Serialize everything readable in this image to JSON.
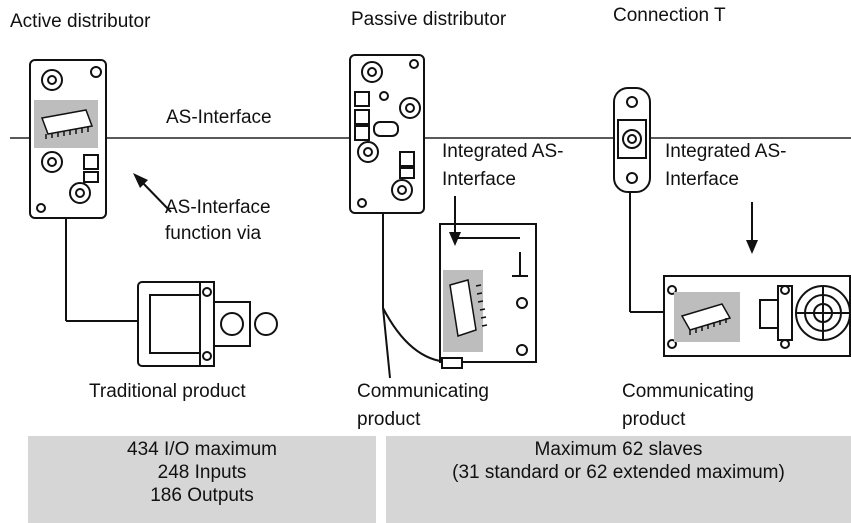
{
  "labels": {
    "active_distributor": "Active distributor",
    "passive_distributor": "Passive distributor",
    "connection_t": "Connection T",
    "as_interface": "AS-Interface",
    "function_via_1": "AS-Interface",
    "function_via_2": "function via",
    "integrated_1_line1": "Integrated AS-",
    "integrated_1_line2": "Interface",
    "integrated_2_line1": "Integrated AS-",
    "integrated_2_line2": "Interface",
    "traditional_product": "Traditional product",
    "communicating_1_line1": "Communicating",
    "communicating_1_line2": "product",
    "communicating_2_line1": "Communicating",
    "communicating_2_line2": "product"
  },
  "left_box": {
    "line1": "434 I/O maximum",
    "line2": "248 Inputs",
    "line3": "186 Outputs"
  },
  "right_box": {
    "line1": "Maximum 62 slaves",
    "line2": "(31 standard or 62 extended maximum)"
  },
  "colors": {
    "line": "#111111",
    "panel": "#d6d6d6",
    "chip_bg": "#bdbdbd"
  }
}
